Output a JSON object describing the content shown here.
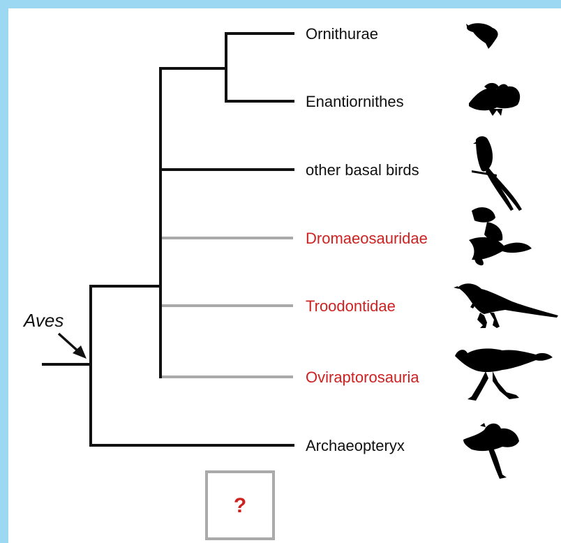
{
  "colors": {
    "border": "#9dd8f2",
    "branch_black": "#111111",
    "branch_gray": "#aaaaaa",
    "label_black": "#111111",
    "label_red": "#cc2222",
    "silhouette": "#000000",
    "question_box": "#aaaaaa"
  },
  "clade_label": "Aves",
  "taxa": [
    {
      "name": "Ornithurae",
      "color": "black",
      "icon": "flying-bird-silhouette"
    },
    {
      "name": "Enantiornithes",
      "color": "black",
      "icon": "perched-bird-silhouette"
    },
    {
      "name": "other basal birds",
      "color": "black",
      "icon": "long-tailed-bird-silhouette"
    },
    {
      "name": "Dromaeosauridae",
      "color": "red",
      "icon": "microraptor-silhouette"
    },
    {
      "name": "Troodontidae",
      "color": "red",
      "icon": "troodontid-silhouette"
    },
    {
      "name": "Oviraptorosauria",
      "color": "red",
      "icon": "oviraptorosaur-silhouette"
    },
    {
      "name": "Archaeopteryx",
      "color": "black",
      "icon": "archaeopteryx-silhouette"
    }
  ],
  "placeholder": {
    "symbol": "?"
  }
}
